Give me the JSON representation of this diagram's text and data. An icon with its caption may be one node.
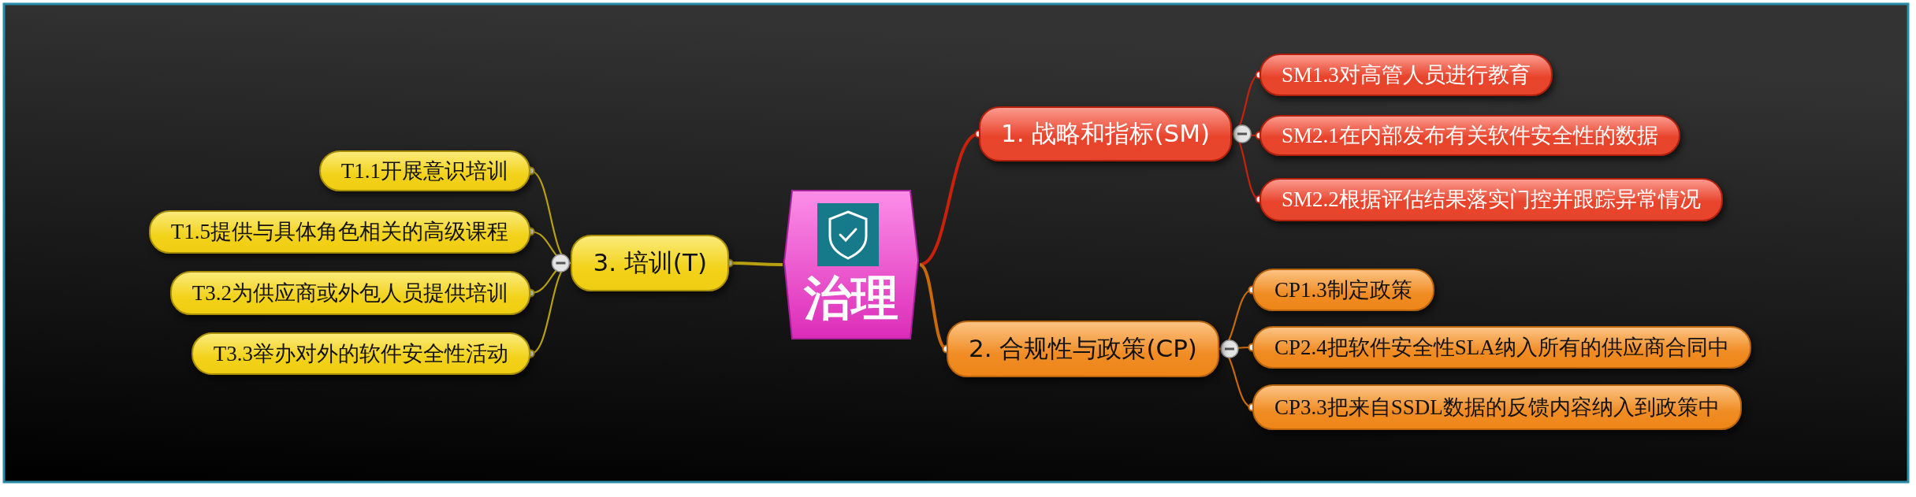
{
  "diagram": {
    "nodes": [
      {
        "text": [
          "治理"
        ]
      },
      {
        "text": [
          "1. 战略和指标(SM)"
        ]
      },
      {
        "text": [
          "SM1.3对高管人员进行教育"
        ]
      },
      {
        "text": [
          "SM2.1在内部发布有关软件安全性的数据"
        ]
      },
      {
        "text": [
          "SM2.2根据评估结果落实门控并跟踪异常情况"
        ]
      },
      {
        "text": [
          "2. 合规性与政策(CP)"
        ]
      },
      {
        "text": [
          "CP1.3制定政策"
        ]
      },
      {
        "text": [
          "CP2.4把软件安全性SLA纳入所有的供应商合同中"
        ]
      },
      {
        "text": [
          "CP3.3把来自SSDL数据的反馈内容纳入到政策中"
        ]
      },
      {
        "text": [
          "3. 培训(T)"
        ]
      },
      {
        "text": [
          "T1.1开展意识培训"
        ]
      },
      {
        "text": [
          "T1.5提供与具体角色相关的高级课程"
        ]
      },
      {
        "text": [
          "T3.2为供应商或外包人员提供培训"
        ]
      },
      {
        "text": [
          "T3.3举办对外的软件安全性活动"
        ]
      }
    ],
    "edges": [
      {
        "from": 0,
        "to": 1,
        "arrow": "other",
        "color": "#c8220c"
      },
      {
        "from": 1,
        "to": 2,
        "arrow": "other",
        "color": "#c8220c"
      },
      {
        "from": 1,
        "to": 3,
        "arrow": "other",
        "color": "#c8220c"
      },
      {
        "from": 1,
        "to": 4,
        "arrow": "other",
        "color": "#c8220c"
      },
      {
        "from": 0,
        "to": 5,
        "arrow": "other",
        "color": "#c86a0a"
      },
      {
        "from": 5,
        "to": 6,
        "arrow": "other",
        "color": "#c86a0a"
      },
      {
        "from": 5,
        "to": 7,
        "arrow": "other",
        "color": "#c86a0a"
      },
      {
        "from": 5,
        "to": 8,
        "arrow": "other",
        "color": "#c86a0a"
      },
      {
        "from": 0,
        "to": 9,
        "arrow": "other"
      },
      {
        "from": 9,
        "to": 10,
        "arrow": "other"
      },
      {
        "from": 9,
        "to": 11,
        "arrow": "other"
      },
      {
        "from": 9,
        "to": 12,
        "arrow": "other"
      },
      {
        "from": 9,
        "to": 13,
        "arrow": "other"
      }
    ]
  }
}
